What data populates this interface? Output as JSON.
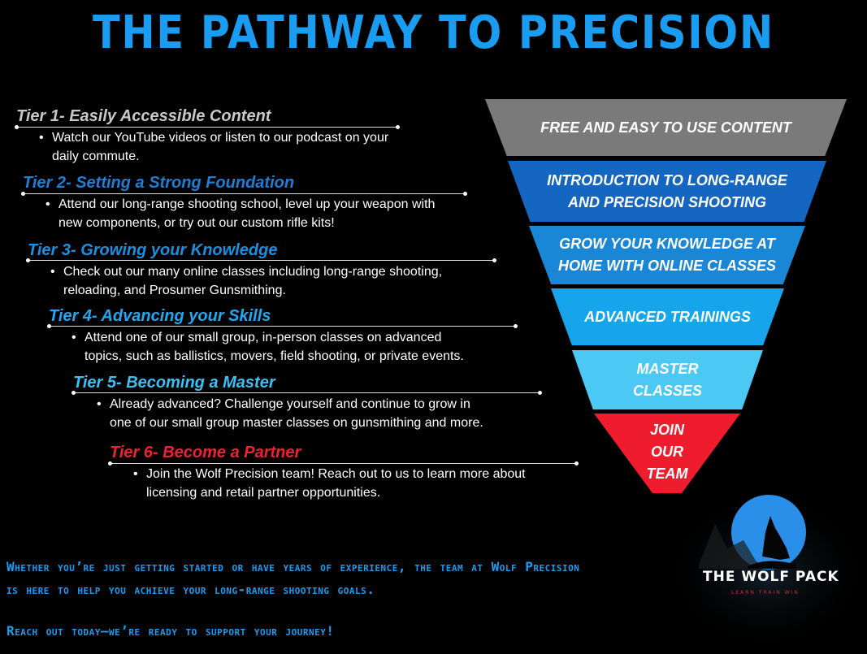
{
  "title": "THE PATHWAY TO PRECISION",
  "tiers": [
    {
      "heading": "Tier 1- Easily Accessible Content",
      "bullet_line1": "Watch our YouTube videos or listen to our podcast on your",
      "bullet_line2": "daily commute.",
      "color": "#c8c8c8"
    },
    {
      "heading": "Tier 2- Setting a Strong Foundation",
      "bullet_line1": "Attend our long-range shooting school, level up your weapon with",
      "bullet_line2": "new components, or try out our custom rifle kits!",
      "color": "#1e7fd6"
    },
    {
      "heading": "Tier 3- Growing your Knowledge",
      "bullet_line1": "Check out our many online classes including long-range shooting,",
      "bullet_line2": "reloading, and Prosumer Gunsmithing.",
      "color": "#1e8fe0"
    },
    {
      "heading": "Tier 4- Advancing your Skills",
      "bullet_line1": "Attend one of our small group, in-person classes on advanced",
      "bullet_line2": "topics, such as ballistics, movers, field shooting, or private events.",
      "color": "#22a8f0"
    },
    {
      "heading": "Tier 5- Becoming a Master",
      "bullet_line1": "Already advanced? Challenge yourself and continue to grow in",
      "bullet_line2": "one of our small group master classes on gunsmithing and more.",
      "color": "#3cc0f5"
    },
    {
      "heading": "Tier 6- Become a Partner",
      "bullet_line1": "Join the Wolf Precision team! Reach out to us to learn more about",
      "bullet_line2": "licensing and retail partner opportunities.",
      "color": "#ee2233"
    }
  ],
  "funnel": [
    {
      "line1": "FREE AND EASY TO USE CONTENT",
      "line2": "",
      "line3": "",
      "color": "#7a7a7a"
    },
    {
      "line1": "INTRODUCTION TO LONG-RANGE",
      "line2": "AND PRECISION SHOOTING",
      "line3": "",
      "color": "#1566c0"
    },
    {
      "line1": "GROW YOUR KNOWLEDGE AT",
      "line2": "HOME WITH ONLINE CLASSES",
      "line3": "",
      "color": "#1a86d6"
    },
    {
      "line1": "ADVANCED TRAININGS",
      "line2": "",
      "line3": "",
      "color": "#16a4ea"
    },
    {
      "line1": "MASTER",
      "line2": "CLASSES",
      "line3": "",
      "color": "#4cc8f4"
    },
    {
      "line1": "JOIN",
      "line2": "OUR",
      "line3": "TEAM",
      "color": "#ee1c2c"
    }
  ],
  "footer": {
    "line1": "Whether you’re just getting started or have years of experience, the team at Wolf Precision",
    "line2": "is here to help you achieve your long-range shooting goals.",
    "line3": "Reach out today—we’re ready to support your journey!"
  },
  "logo": {
    "name": "THE WOLF PACK",
    "tagline": "LEARN TRAIN WIN",
    "moon_color": "#2a8fe8"
  }
}
